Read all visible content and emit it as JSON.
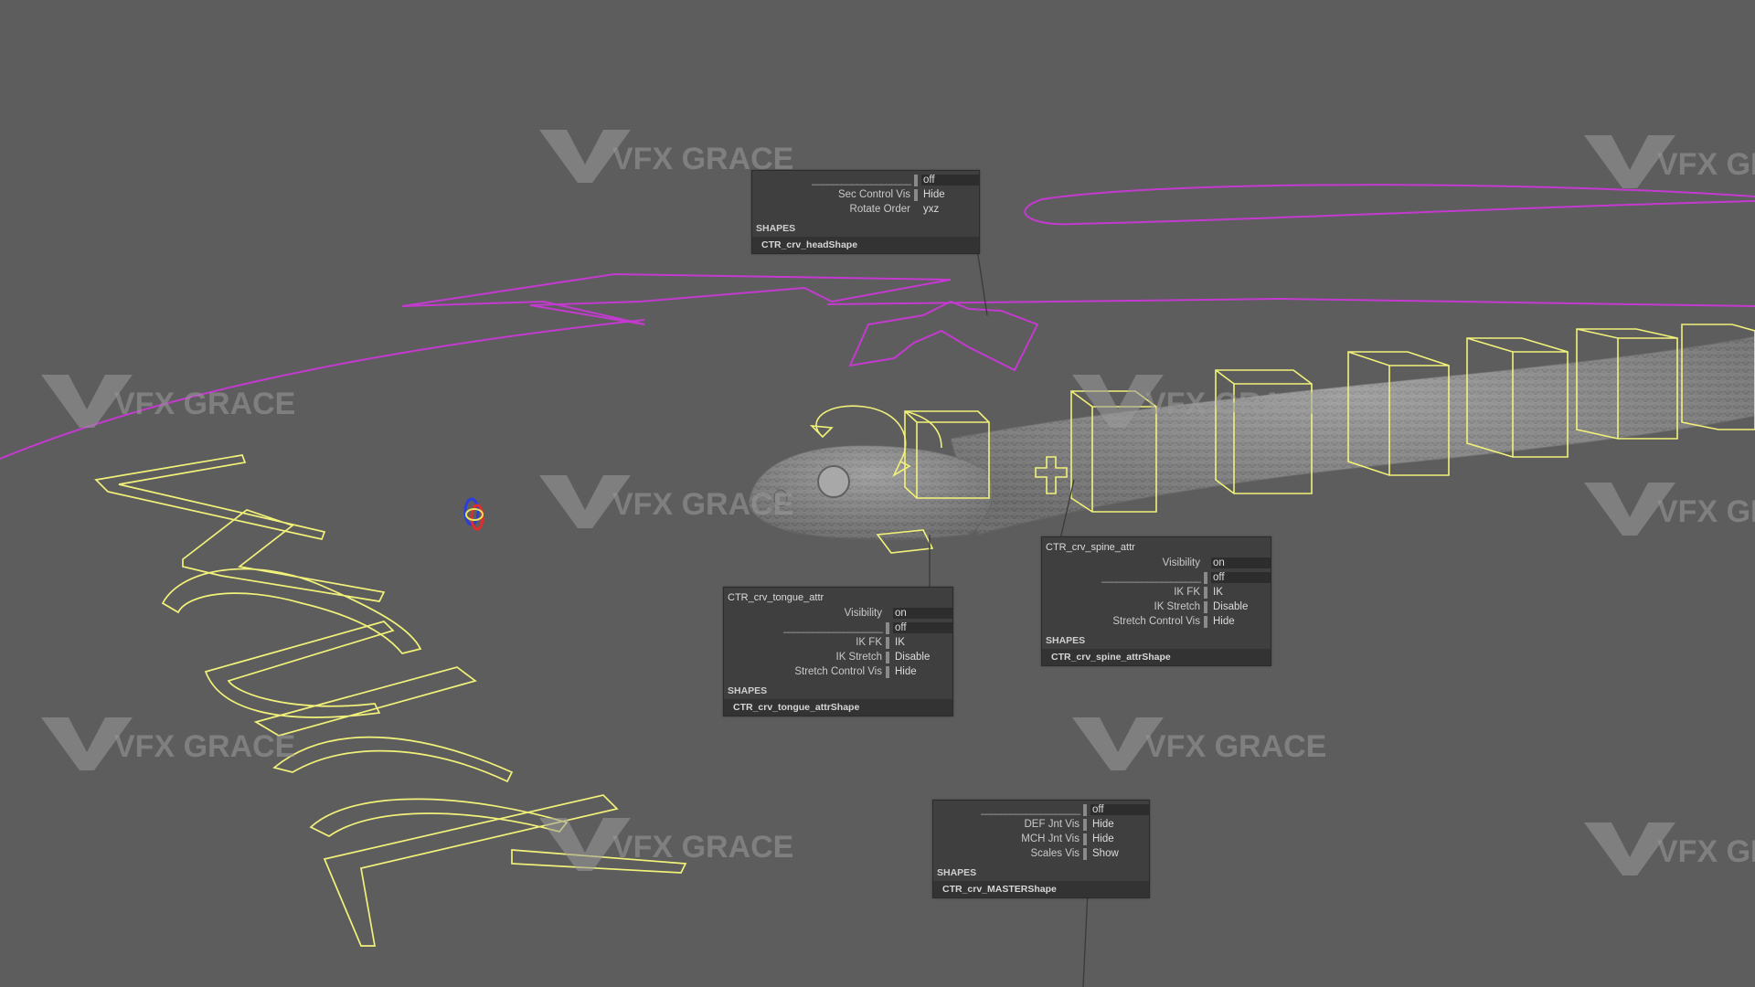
{
  "watermark": {
    "text": "VFX GRACE",
    "logo_icon": "vfx-grace-logo-icon"
  },
  "colors": {
    "background": "#5d5d5d",
    "control_yellow": "#f2f27a",
    "control_magenta": "#c43ad0",
    "hud_bg": "#3f3f3f"
  },
  "scene": {
    "ground_text": "VFXGRACE"
  },
  "panels": {
    "head": {
      "rows": [
        {
          "label": "____________________",
          "value": "off"
        },
        {
          "label": "Sec Control Vis",
          "value": "Hide"
        },
        {
          "label": "Rotate Order",
          "value": "yxz"
        }
      ],
      "shapes_header": "SHAPES",
      "shape": "CTR_crv_headShape"
    },
    "tongue": {
      "title": "CTR_crv_tongue_attr",
      "rows": [
        {
          "label": "Visibility",
          "value": "on"
        },
        {
          "label": "____________________",
          "value": "off"
        },
        {
          "label": "IK FK",
          "value": "IK"
        },
        {
          "label": "IK Stretch",
          "value": "Disable"
        },
        {
          "label": "Stretch Control Vis",
          "value": "Hide"
        }
      ],
      "shapes_header": "SHAPES",
      "shape": "CTR_crv_tongue_attrShape"
    },
    "spine": {
      "title": "CTR_crv_spine_attr",
      "rows": [
        {
          "label": "Visibility",
          "value": "on"
        },
        {
          "label": "____________________",
          "value": "off"
        },
        {
          "label": "IK FK",
          "value": "IK"
        },
        {
          "label": "IK Stretch",
          "value": "Disable"
        },
        {
          "label": "Stretch Control Vis",
          "value": "Hide"
        }
      ],
      "shapes_header": "SHAPES",
      "shape": "CTR_crv_spine_attrShape"
    },
    "master": {
      "rows": [
        {
          "label": "____________________",
          "value": "off"
        },
        {
          "label": "DEF Jnt Vis",
          "value": "Hide"
        },
        {
          "label": "MCH Jnt Vis",
          "value": "Hide"
        },
        {
          "label": "Scales Vis",
          "value": "Show"
        }
      ],
      "shapes_header": "SHAPES",
      "shape": "CTR_crv_MASTERShape"
    }
  }
}
